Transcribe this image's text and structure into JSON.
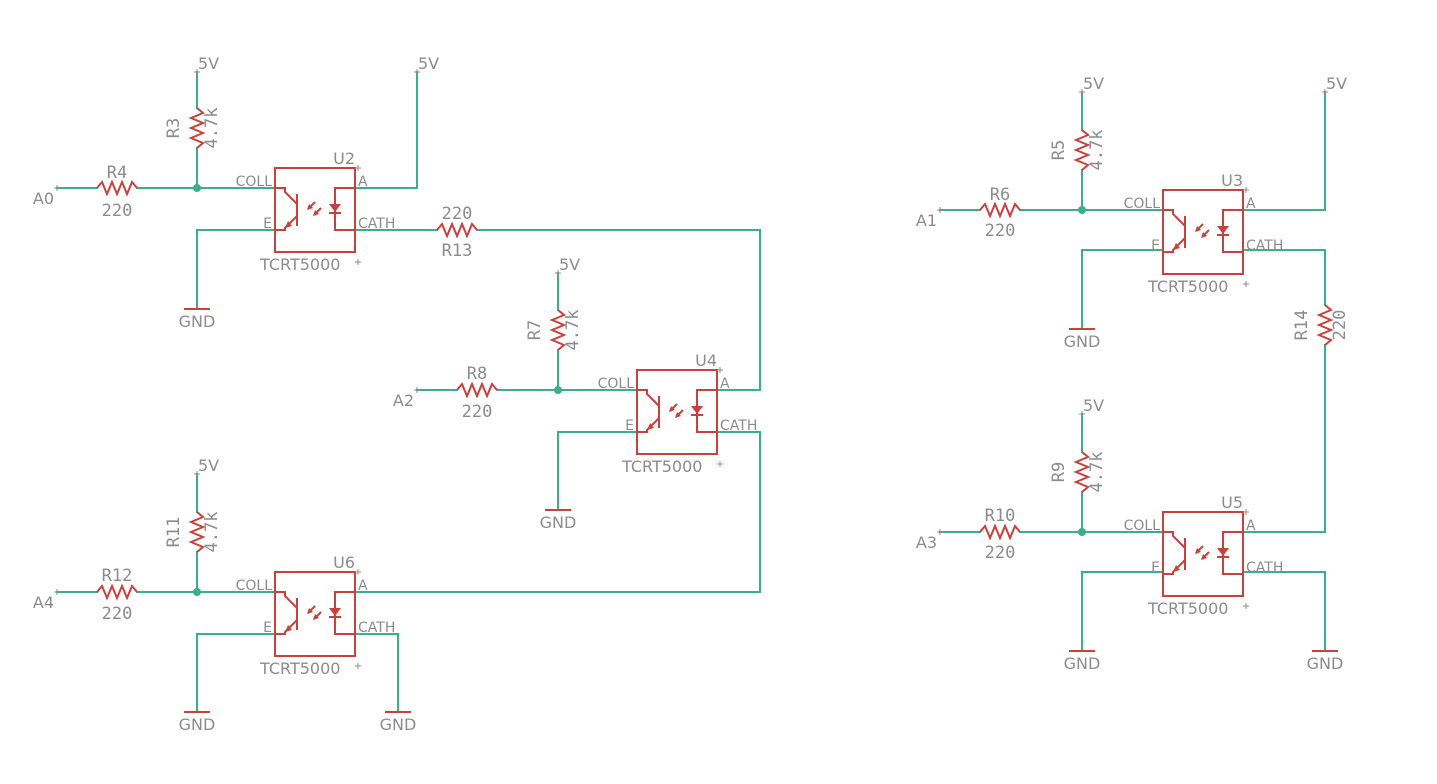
{
  "colors": {
    "wire": "#3aaf8a",
    "component": "#c8413c",
    "text": "#8c8c8c",
    "background": "#ffffff"
  },
  "supplies": {
    "vcc": "5V",
    "ground": "GND"
  },
  "sensors": [
    {
      "ref": "U2",
      "value": "TCRT5000",
      "pins": {
        "collector": "COLL",
        "emitter": "E",
        "anode": "A",
        "cathode": "CATH"
      }
    },
    {
      "ref": "U3",
      "value": "TCRT5000",
      "pins": {
        "collector": "COLL",
        "emitter": "E",
        "anode": "A",
        "cathode": "CATH"
      }
    },
    {
      "ref": "U4",
      "value": "TCRT5000",
      "pins": {
        "collector": "COLL",
        "emitter": "E",
        "anode": "A",
        "cathode": "CATH"
      }
    },
    {
      "ref": "U5",
      "value": "TCRT5000",
      "pins": {
        "collector": "COLL",
        "emitter": "E",
        "anode": "A",
        "cathode": "CATH"
      }
    },
    {
      "ref": "U6",
      "value": "TCRT5000",
      "pins": {
        "collector": "COLL",
        "emitter": "E",
        "anode": "A",
        "cathode": "CATH"
      }
    }
  ],
  "resistors": [
    {
      "ref": "R3",
      "value": "4.7k"
    },
    {
      "ref": "R4",
      "value": "220"
    },
    {
      "ref": "R5",
      "value": "4.7k"
    },
    {
      "ref": "R6",
      "value": "220"
    },
    {
      "ref": "R7",
      "value": "4.7k"
    },
    {
      "ref": "R8",
      "value": "220"
    },
    {
      "ref": "R9",
      "value": "4.7k"
    },
    {
      "ref": "R10",
      "value": "220"
    },
    {
      "ref": "R11",
      "value": "4.7k"
    },
    {
      "ref": "R12",
      "value": "220"
    },
    {
      "ref": "R13",
      "value": "220"
    },
    {
      "ref": "R14",
      "value": "220"
    }
  ],
  "nets": [
    "A0",
    "A1",
    "A2",
    "A3",
    "A4"
  ]
}
